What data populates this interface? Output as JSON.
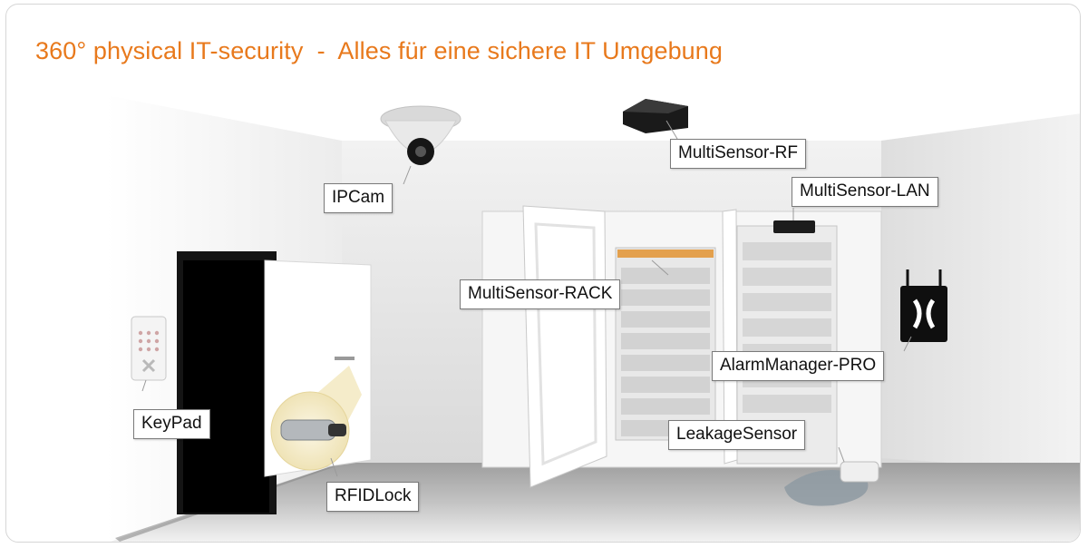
{
  "title": "360° physical IT-security  -  Alles für eine sichere IT Umgebung",
  "colors": {
    "title": "#e8791c",
    "accent_rack": "#e3a04d"
  },
  "labels": {
    "ipcam": "IPCam",
    "multisensor_rf": "MultiSensor-RF",
    "multisensor_lan": "MultiSensor-LAN",
    "multisensor_rack": "MultiSensor-RACK",
    "alarmmanager_pro": "AlarmManager-PRO",
    "keypad": "KeyPad",
    "leakage_sensor": "LeakageSensor",
    "rfid_lock": "RFIDLock"
  }
}
